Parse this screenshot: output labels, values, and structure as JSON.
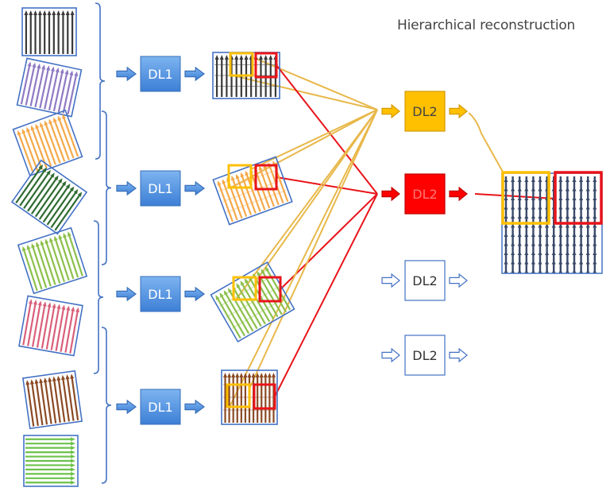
{
  "title": "Hierarchical reconstruction",
  "dl1_label": "DL1",
  "dl2_label": "DL2",
  "colors": {
    "dl1_fill": "#4a90e2",
    "dl2_gold": "#ffc000",
    "dl2_red": "#ff0000",
    "bracket": "#4472c4",
    "gold_line": "#e8b84a",
    "red_line": "#e8141a",
    "gray_set": "#3a3a3a",
    "purple_set": "#8f7ac4",
    "orange_set": "#f5a94a",
    "dark_green_set": "#2e6b30",
    "light_green_set": "#8cc04b",
    "pink_set": "#d9607a",
    "brown_set": "#8b4a24",
    "bright_green_set": "#6cc24a"
  }
}
